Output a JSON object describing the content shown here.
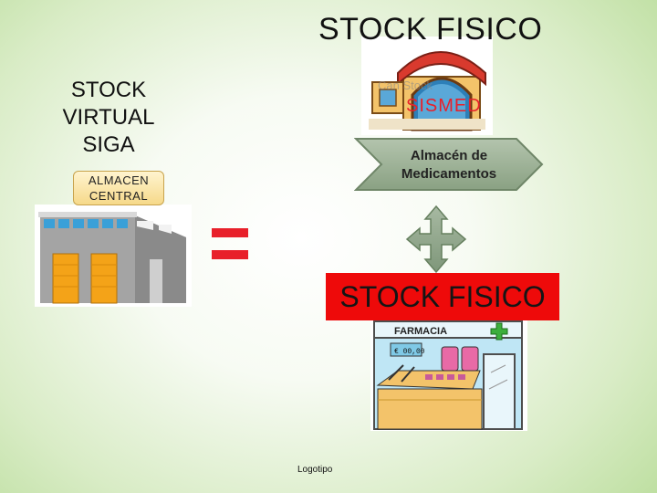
{
  "stock_fisico_top": "STOCK FISICO",
  "stock_virtual_lines": [
    "STOCK",
    "VIRTUAL",
    "SIGA"
  ],
  "almacen_central": "ALMACEN CENTRAL",
  "sismed": "SISMED",
  "almacen_medicamentos_lines": [
    "Almacén de",
    "Medicamentos"
  ],
  "stock_fisico_bottom": "STOCK FISICO",
  "farmacia_sign": "FARMACIA",
  "farmacia_display": "€ 00,00",
  "logotipo": "Logotipo",
  "colors": {
    "red": "#e8202a",
    "green_bg": "#a9d584",
    "arrow_fill": "#8ea58a",
    "chevron_fill": "#97ad8f"
  }
}
